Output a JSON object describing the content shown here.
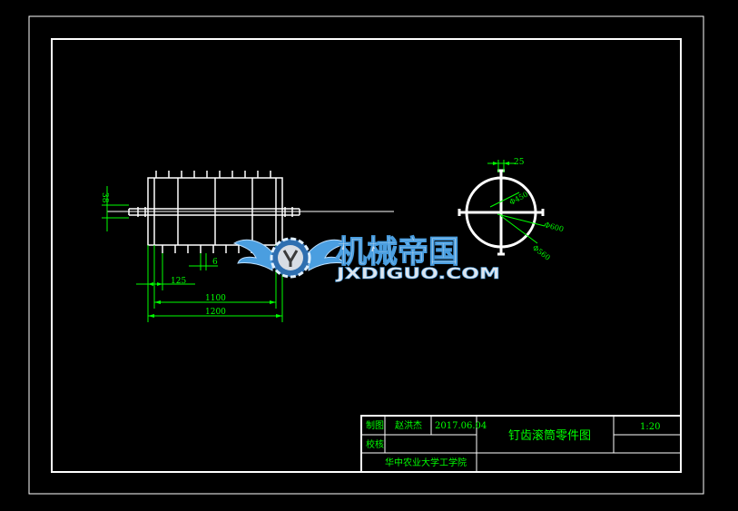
{
  "colors": {
    "background": "#000000",
    "outline": "#ffffff",
    "dimension": "#00ff00",
    "title_text": "#00ff00",
    "watermark_blue": "#4a9ee0",
    "watermark_text": "#dfe6ee"
  },
  "drawing": {
    "dims": {
      "d38": "38",
      "d125": "125",
      "d6": "6",
      "d1100": "1100",
      "d1200": "1200",
      "d25": "25",
      "phi450": "Φ450",
      "phi600": "Φ600",
      "phi560": "Φ560"
    }
  },
  "title_block": {
    "drawn_label": "制图",
    "drawn_by": "赵洪杰",
    "date": "2017.06.04",
    "check_label": "校核",
    "part_name": "钉齿滚筒零件图",
    "scale": "1:20",
    "school": "华中农业大学工学院"
  },
  "watermark": {
    "title": "机械帝国",
    "domain": "JXDIGUO.COM"
  }
}
